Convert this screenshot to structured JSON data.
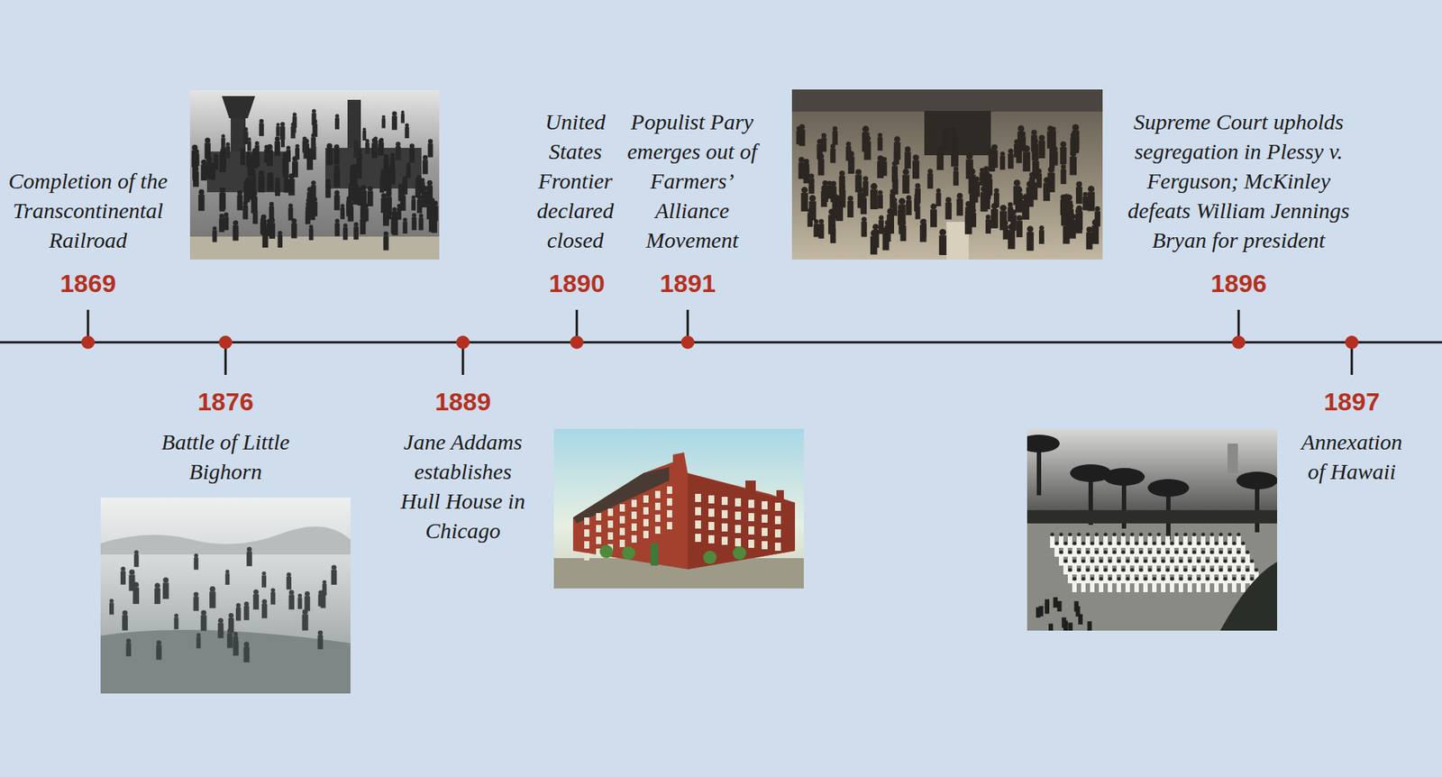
{
  "diagram": {
    "labels": [
      "1869",
      "Completion of the Transcontinental Railroad",
      "1876",
      "Battle of Little Bighorn",
      "1889",
      "Jane Addams establishes Hull House in Chicago",
      "1890",
      "United States Frontier declared closed",
      "1891",
      "Populist Pary emerges out of Farmers’ Alliance Movement",
      "1896",
      "Supreme Court upholds segregation in Plessy v. Ferguson; McKinley defeats William Jennings Bryan for president",
      "1897",
      "Annexation of Hawaii"
    ]
  }
}
